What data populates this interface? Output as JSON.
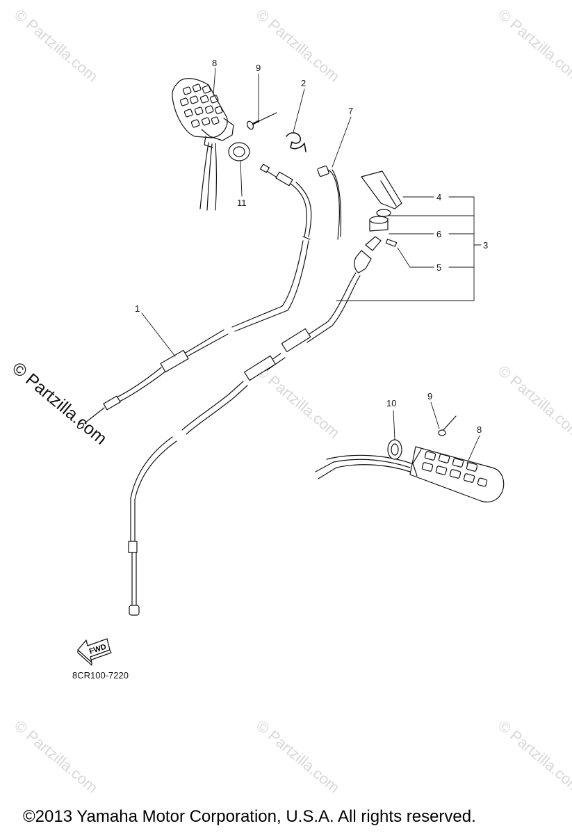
{
  "diagram": {
    "callouts": [
      "1",
      "2",
      "3",
      "4",
      "5",
      "6",
      "7",
      "8",
      "9",
      "10",
      "11",
      "8",
      "9"
    ],
    "fwd_label": "FWD",
    "reference_code": "8CR100-7220",
    "copyright": "©2013  Yamaha Motor Corporation, U.S.A. All rights reserved."
  },
  "watermarks": {
    "faint": "© Partzilla.com",
    "main": "© Partzilla.com"
  },
  "colors": {
    "line": "#111111",
    "watermark": "#d8d8d8",
    "background": "#ffffff"
  }
}
